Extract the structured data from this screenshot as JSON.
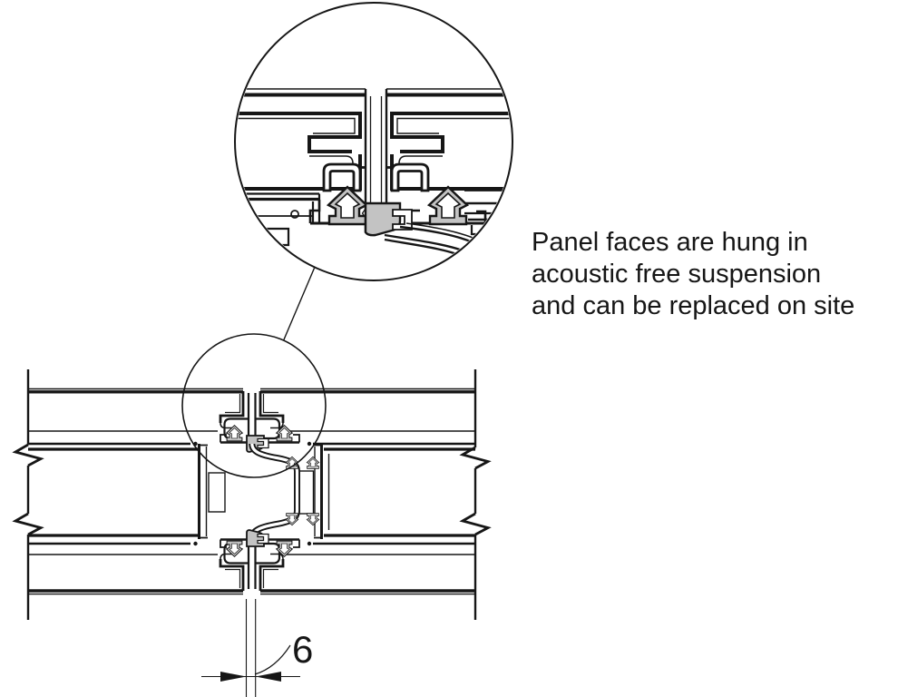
{
  "annotation": {
    "lines": [
      "Panel faces are hung in",
      "acoustic free suspension",
      "and can be replaced on site"
    ]
  },
  "dimension": {
    "value": "6"
  },
  "colors": {
    "line": "#161616",
    "gasket_gray": "#c3c3c3",
    "background": "#ffffff"
  }
}
